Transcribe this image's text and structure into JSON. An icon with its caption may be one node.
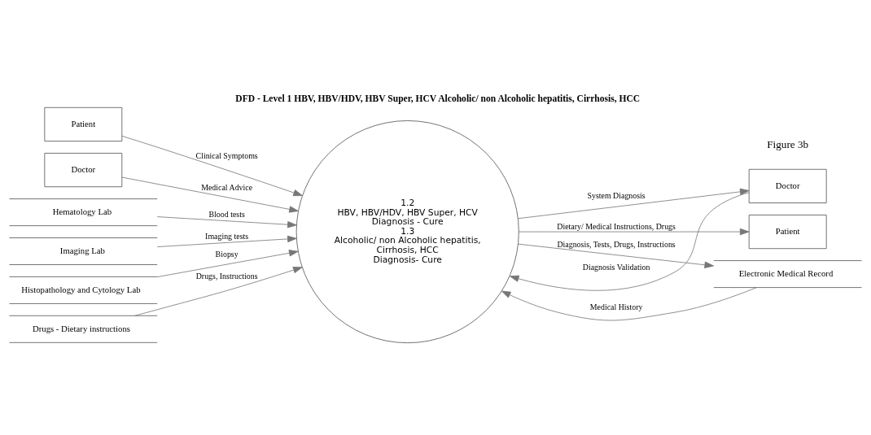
{
  "diagram": {
    "title": "DFD - Level 1 HBV, HBV/HDV, HBV Super, HCV Alcoholic/ non Alcoholic hepatitis, Cirrhosis, HCC",
    "nodes": [
      {
        "text": [
          "Patient"
        ]
      },
      {
        "text": [
          "Doctor"
        ]
      },
      {
        "text": [
          "Hematology Lab"
        ]
      },
      {
        "text": [
          "Imaging Lab"
        ]
      },
      {
        "text": [
          "Histopathology and Cytology Lab"
        ]
      },
      {
        "text": [
          "Drugs - Dietary instructions"
        ]
      },
      {
        "text": [
          "1.2",
          "HBV, HBV/HDV, HBV Super, HCV",
          "Diagnosis - Cure",
          "1.3",
          "Alcoholic/ non Alcoholic hepatitis,",
          "Cirrhosis, HCC",
          "Diagnosis- Cure"
        ]
      },
      {
        "text": [
          "Doctor"
        ]
      },
      {
        "text": [
          "Patient"
        ]
      },
      {
        "text": [
          "Electronic Medical Record"
        ]
      }
    ],
    "edges": [
      {
        "from": 0,
        "to": 6,
        "arrow": "to",
        "label": "Clinical Symptoms"
      },
      {
        "from": 1,
        "to": 6,
        "arrow": "to",
        "label": "Medical Advice"
      },
      {
        "from": 2,
        "to": 6,
        "arrow": "to",
        "label": "Blood tests"
      },
      {
        "from": 3,
        "to": 6,
        "arrow": "to",
        "label": "Imaging tests"
      },
      {
        "from": 4,
        "to": 6,
        "arrow": "to",
        "label": "Biopsy"
      },
      {
        "from": 5,
        "to": 6,
        "arrow": "to",
        "label": "Drugs, Instructions"
      },
      {
        "from": 6,
        "to": 7,
        "arrow": "to",
        "label": "System Diagnosis"
      },
      {
        "from": 7,
        "to": 6,
        "arrow": "to",
        "label": "Diagnosis Validation"
      },
      {
        "from": 6,
        "to": 8,
        "arrow": "to",
        "label": "Dietary/ Medical Instructions, Drugs"
      },
      {
        "from": 6,
        "to": 9,
        "arrow": "to",
        "label": "Diagnosis, Tests, Drugs, Instructions"
      },
      {
        "from": 9,
        "to": 6,
        "arrow": "to",
        "label": "Medical History"
      }
    ],
    "labels": [
      "Figure 3b"
    ]
  }
}
